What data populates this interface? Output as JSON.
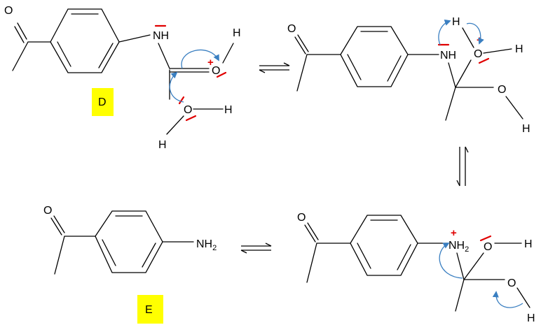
{
  "atoms": {
    "oxygen": "O",
    "hydrogen": "H",
    "nh": "NH",
    "nh2": "NH",
    "nh2_sub": "2",
    "plus": "+"
  },
  "labels": {
    "d": "D",
    "e": "E"
  },
  "colors": {
    "lone_pair_and_charge": "#e00000",
    "curved_arrow": "#3a7fc1",
    "label_highlight": "#ffff00"
  }
}
